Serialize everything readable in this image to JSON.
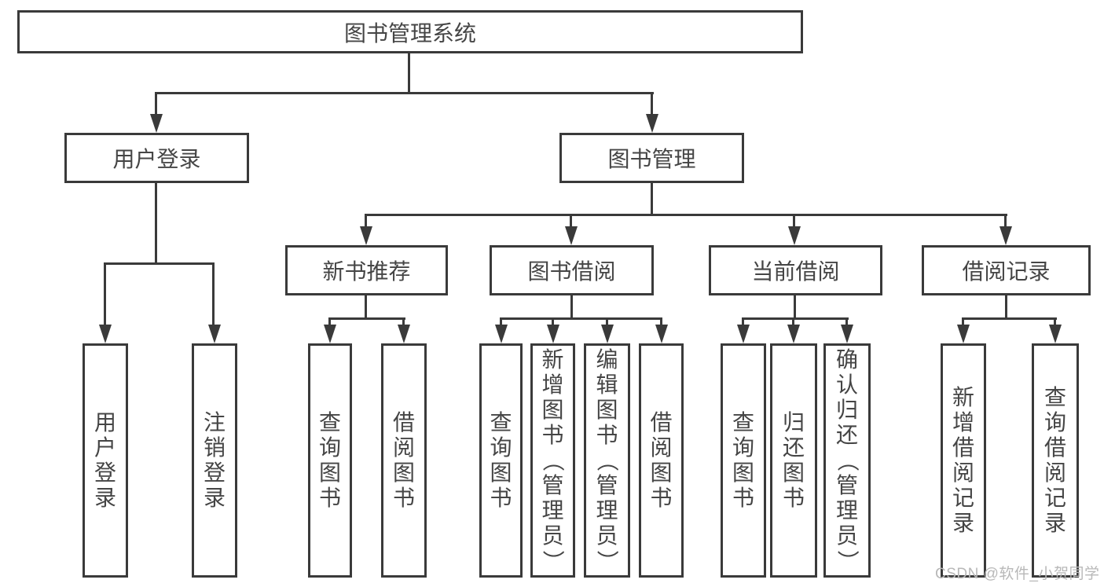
{
  "diagram": {
    "root": {
      "label": "图书管理系统"
    },
    "level2": [
      {
        "id": "user-login",
        "label": "用户登录",
        "parent": "图书管理系统"
      },
      {
        "id": "book-management",
        "label": "图书管理",
        "parent": "图书管理系统"
      }
    ],
    "level3": [
      {
        "id": "new-book-recommend",
        "label": "新书推荐",
        "parent": "图书管理"
      },
      {
        "id": "book-borrow",
        "label": "图书借阅",
        "parent": "图书管理"
      },
      {
        "id": "current-borrow",
        "label": "当前借阅",
        "parent": "图书管理"
      },
      {
        "id": "borrow-records",
        "label": "借阅记录",
        "parent": "图书管理"
      }
    ],
    "leaves": [
      {
        "label": "用户登录",
        "parent": "用户登录"
      },
      {
        "label": "注销登录",
        "parent": "用户登录"
      },
      {
        "label": "查询图书",
        "parent": "新书推荐"
      },
      {
        "label": "借阅图书",
        "parent": "新书推荐"
      },
      {
        "label": "查询图书",
        "parent": "图书借阅"
      },
      {
        "label": "新增图书（管理员）",
        "parent": "图书借阅"
      },
      {
        "label": "编辑图书（管理员）",
        "parent": "图书借阅"
      },
      {
        "label": "借阅图书",
        "parent": "图书借阅"
      },
      {
        "label": "查询图书",
        "parent": "当前借阅"
      },
      {
        "label": "归还图书",
        "parent": "当前借阅"
      },
      {
        "label": "确认归还（管理员）",
        "parent": "当前借阅"
      },
      {
        "label": "新增借阅记录",
        "parent": "借阅记录"
      },
      {
        "label": "查询借阅记录",
        "parent": "借阅记录"
      }
    ]
  },
  "watermark": {
    "text": "CSDN @软件_小贺同学"
  },
  "colors": {
    "line": "#3a3a3a",
    "text": "#454545",
    "background": "#ffffff",
    "watermark": "#b8b8b8"
  }
}
